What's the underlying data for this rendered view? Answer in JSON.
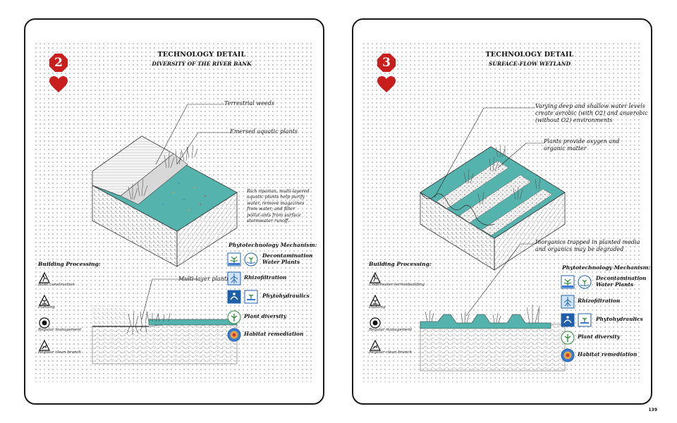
{
  "page_number": "139",
  "colors": {
    "water": "#55b3ad",
    "badge": "#c81e1e",
    "heart": "#c81e1e",
    "hatch": "#777777"
  },
  "panels": [
    {
      "number": "2",
      "title": "TECHNOLOGY DETAIL",
      "subtitle": "DIVERSITY OF THE RIVER BANK",
      "callouts": [
        "Terrestrial weeds",
        "Emersed aquatic plants"
      ],
      "description": "Rich riparian, multi-layered aquatic plants help purify water, remove magazines from water, and filter pollut-ants from surface stormwater runoff.",
      "section_label": "Multi-layer planting",
      "building_processing": {
        "heading": "Building Processing:",
        "items": [
          {
            "icon": "construction-icon",
            "label": "Bank construction"
          },
          {
            "icon": "planting-icon",
            "label": "Planting"
          },
          {
            "icon": "management-icon",
            "label": "Regular management"
          },
          {
            "icon": "clean-branch-icon",
            "label": "Regular clean branch"
          }
        ]
      },
      "mechanism": {
        "heading": "Phytotechnology Mechanism:",
        "items": [
          {
            "icon": "water-plant-icon",
            "label": "Decontamination\nWater Plants"
          },
          {
            "icon": "rhizofiltration-icon",
            "label": "Rhizofiltration"
          },
          {
            "icon": "phytohydraulics-icon",
            "label": "Phytohydraulics"
          },
          {
            "icon": "plant-diversity-icon",
            "label": "Plant diversity"
          },
          {
            "icon": "habitat-icon",
            "label": "Habitat remediation"
          }
        ]
      }
    },
    {
      "number": "3",
      "title": "TECHNOLOGY DETAIL",
      "subtitle": "SURFACE-FLOW WETLAND",
      "callouts": [
        "Varying deep and shallow water levels create aerobic (with O2) and anaerobic (without O2) environments",
        "Plants provide oxygen and organic matter"
      ],
      "section_label": "Inorganics trapped in planted media and organics may be degraded",
      "building_processing": {
        "heading": "Building Processing:",
        "items": [
          {
            "icon": "construction-icon",
            "label": "Underwater terrionbuilding"
          },
          {
            "icon": "planting-icon",
            "label": "Planting"
          },
          {
            "icon": "management-icon",
            "label": "Regular management"
          },
          {
            "icon": "clean-branch-icon",
            "label": "Regular clean branch"
          }
        ]
      },
      "mechanism": {
        "heading": "Phytotechnology Mechanism:",
        "items": [
          {
            "icon": "water-plant-icon",
            "label": "Decontamination\nWater Plants"
          },
          {
            "icon": "rhizofiltration-icon",
            "label": "Rhizofiltration"
          },
          {
            "icon": "phytohydraulics-icon",
            "label": "Phytohydraulics"
          },
          {
            "icon": "plant-diversity-icon",
            "label": "Plant diversity"
          },
          {
            "icon": "habitat-icon",
            "label": "Habitat remediation"
          }
        ]
      }
    }
  ]
}
